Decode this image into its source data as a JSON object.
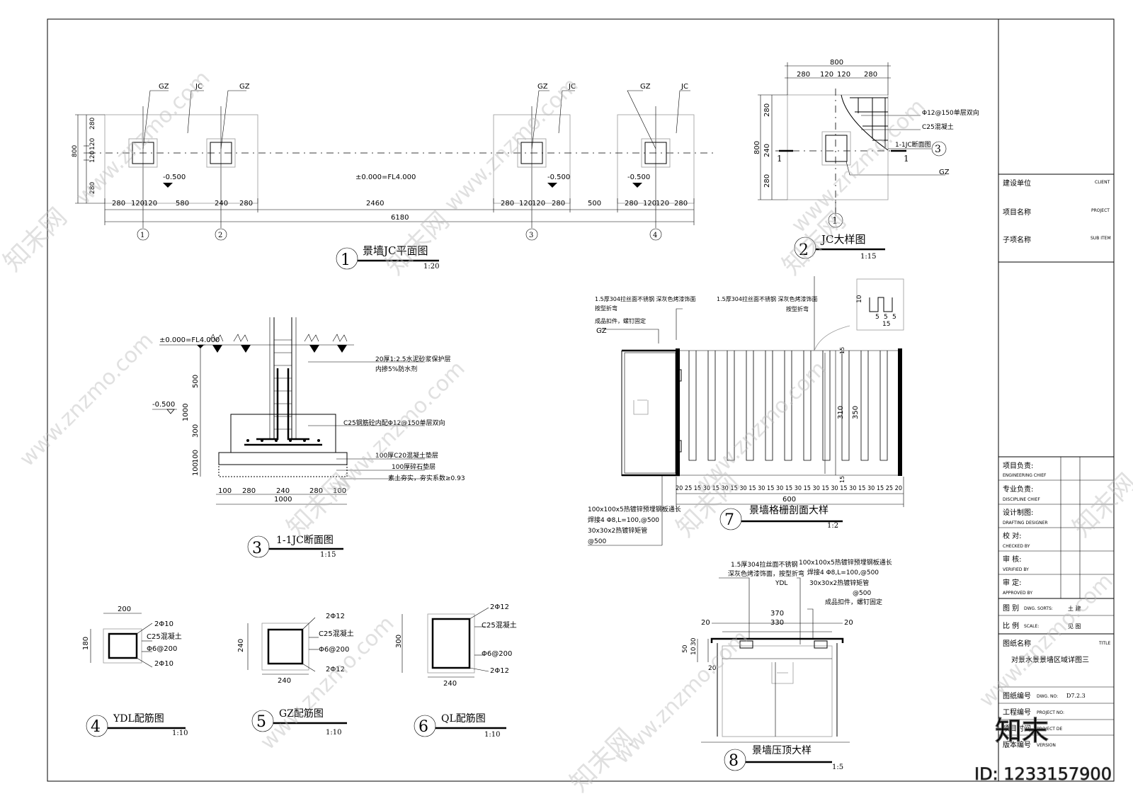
{
  "plan": {
    "gz": "GZ",
    "jc": "JC",
    "lvl_minus": "-0.500",
    "lvl_zero": "±0.000=FL4.000",
    "dims_v": [
      "280",
      "120",
      "120",
      "280",
      "800"
    ],
    "dims_h": [
      "280",
      "120",
      "120",
      "580",
      "240",
      "280",
      "2460",
      "280",
      "120",
      "120",
      "280",
      "500",
      "280",
      "120",
      "120",
      "280"
    ],
    "total": "6180",
    "axes": [
      "1",
      "2",
      "3",
      "4"
    ],
    "num": "1",
    "title": "景墙JC平面图",
    "scale": "1:20"
  },
  "detail2": {
    "dims_top": [
      "800",
      "280",
      "120",
      "120",
      "280"
    ],
    "dims_v": [
      "280",
      "240",
      "280",
      "800"
    ],
    "rebar": "Φ12@150单层双向",
    "concrete": "C25混凝土",
    "section": "1-1JC断面图",
    "circle3": "3",
    "gz": "GZ",
    "one": "1",
    "num": "2",
    "title": "JC大样图",
    "scale": "1:15"
  },
  "detail3": {
    "lvl_zero": "±0.000=FL4.000",
    "lvl_minus": "-0.500",
    "note1": "20厚1:2.5水泥砂浆保护层",
    "note2": "内掺5%防水剂",
    "note3": "C25钢筋砼内配Φ12@150单层双向",
    "note4": "100厚C20混凝土垫层",
    "note5": "100厚碎石垫层",
    "note6": "素土夯实，夯实系数≥0.93",
    "dims_v": [
      "500",
      "1000",
      "300",
      "100",
      "100"
    ],
    "dims_h": [
      "100",
      "280",
      "240",
      "280",
      "100"
    ],
    "total": "1000",
    "num": "3",
    "title": "1-1JC断面图",
    "scale": "1:15"
  },
  "detail4": {
    "w": "200",
    "h": "180",
    "r1": "2Φ10",
    "r2": "C25混凝土",
    "r3": "Φ6@200",
    "r4": "2Φ10",
    "num": "4",
    "title": "YDL配筋图",
    "scale": "1:10"
  },
  "detail5": {
    "w": "240",
    "h": "240",
    "r1": "2Φ12",
    "r2": "C25混凝土",
    "r3": "Φ6@200",
    "r4": "2Φ12",
    "num": "5",
    "title": "GZ配筋图",
    "scale": "1:10"
  },
  "detail6": {
    "w": "240",
    "h": "300",
    "r1": "2Φ12",
    "r2": "C25混凝土",
    "r3": "Φ6@200",
    "r4": "2Φ12",
    "num": "6",
    "title": "QL配筋图",
    "scale": "1:10"
  },
  "detail7": {
    "n1": "1.5厚304拉丝面不锈钢 深灰色烤漆饰面",
    "n1b": "按型折弯",
    "n2": "成品扣件，螺钉固定",
    "gz": "GZ",
    "n3": "1.5厚304拉丝面不锈钢 深灰色烤漆饰面",
    "n3b": "按型折弯",
    "h1": "310",
    "h2": "350",
    "w": "600",
    "bottom_dims": "20 25 15 30 15 30 15 30 15 30 15 30 15 30 15 30 15 30 15 30 15 30 15 25 20",
    "inset_dims": [
      "10",
      "5",
      "5",
      "5",
      "15"
    ],
    "side_v": [
      "15",
      "15"
    ],
    "b1": "100x100x5热镀锌预埋钢板通长",
    "b2": "焊接4 Φ8,L=100,@500",
    "b3": "30x30x2热镀锌矩管",
    "b4": "@500",
    "num": "7",
    "title": "景墙格栅剖面大样",
    "scale": "1:2"
  },
  "detail8": {
    "n1": "1.5厚304拉丝面不锈钢",
    "n2": "深灰色烤漆饰面，按型折弯",
    "n3": "YDL",
    "n4": "100x100x5热镀锌预埋钢板通长",
    "n5": "焊接4 Φ8,L=100,@500",
    "n6": "30x30x2热镀锌矩管",
    "n7": "@500",
    "n8": "成品扣件，螺钉固定",
    "w1": "370",
    "w2": "330",
    "s1": "20",
    "s2": "20",
    "v1": "50",
    "v2": "30",
    "v3": "10",
    "v4": "20",
    "num": "8",
    "title": "景墙压顶大样",
    "scale": "1:5"
  },
  "titleblock": {
    "client_cn": "建设单位",
    "client_en": "CLIENT",
    "project_cn": "项目名称",
    "project_en": "PROJECT",
    "sub_cn": "子项名称",
    "sub_en": "SUB ITEM",
    "rows": [
      {
        "cn": "项目负责:",
        "en": "ENGINEERING CHIEF"
      },
      {
        "cn": "专业负责:",
        "en": "DISCIPLINE CHIEF"
      },
      {
        "cn": "设计制图:",
        "en": "DRAFTING DESIGNER"
      },
      {
        "cn": "校    对:",
        "en": "CHECKED BY"
      },
      {
        "cn": "审    核:",
        "en": "VERIFIED BY"
      },
      {
        "cn": "审    定:",
        "en": "APPROVED BY"
      }
    ],
    "sort_cn": "图  别",
    "sort_en": "DWG. SORTS:",
    "sort_val": "土  建",
    "scale_cn": "比  例",
    "scale_en": "SCALE:",
    "scale_val": "见  图",
    "title_cn": "图纸名称",
    "title_en": "TITLE",
    "title_val": "对景水景景墙区域详图三",
    "no_cn": "图纸编号",
    "no_en": "DWG. NO:",
    "no_val": "D7.2.3",
    "pn_cn": "工程编号",
    "pn_en": "PROJECT NO:",
    "pd_cn": "项目时间",
    "pd_en": "PROJECT DE",
    "ver_cn": "版本编号",
    "ver_en": "VERSION"
  },
  "watermark": {
    "site": "www.znzmo.com",
    "brand": "知末网",
    "logo": "知末",
    "id": "ID: 1233157900"
  }
}
